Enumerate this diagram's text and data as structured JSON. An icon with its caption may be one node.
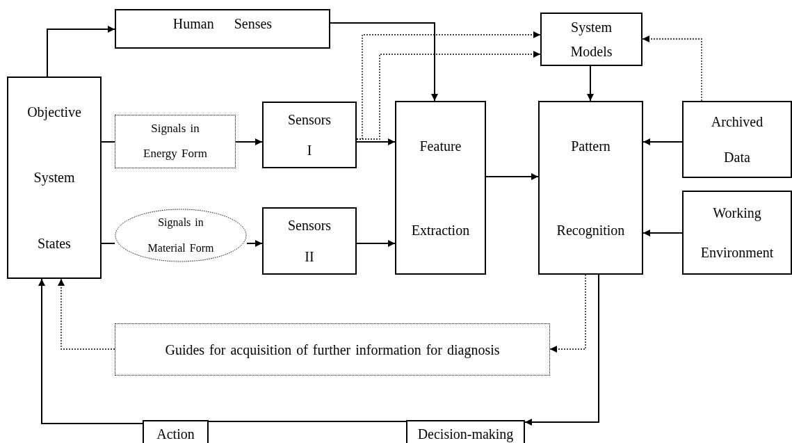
{
  "diagram": {
    "nodes": [
      {
        "text": [
          "Objective",
          "System",
          "States"
        ]
      },
      {
        "text": [
          "Human Senses"
        ]
      },
      {
        "text": [
          "Signals in",
          "Energy Form"
        ]
      },
      {
        "text": [
          "Sensors",
          "I"
        ]
      },
      {
        "text": [
          "Signals in",
          "Material Form"
        ]
      },
      {
        "text": [
          "Sensors",
          "II"
        ]
      },
      {
        "text": [
          "Feature",
          "Extraction"
        ]
      },
      {
        "text": [
          "System",
          "Models"
        ]
      },
      {
        "text": [
          "Pattern",
          "Recognition"
        ]
      },
      {
        "text": [
          "Archived",
          "Data"
        ]
      },
      {
        "text": [
          "Working",
          "Environment"
        ]
      },
      {
        "text": [
          "Guides for acquisition of further information for diagnosis"
        ]
      },
      {
        "text": [
          "Action"
        ]
      },
      {
        "text": [
          "Decision-making"
        ]
      }
    ],
    "edges": [
      {
        "from": 0,
        "to": 1,
        "arrow": "to"
      },
      {
        "from": 0,
        "to": 2,
        "arrow": "none"
      },
      {
        "from": 2,
        "to": 3,
        "arrow": "to"
      },
      {
        "from": 0,
        "to": 4,
        "arrow": "none"
      },
      {
        "from": 4,
        "to": 5,
        "arrow": "to"
      },
      {
        "from": 1,
        "to": 6,
        "arrow": "to"
      },
      {
        "from": 3,
        "to": 6,
        "arrow": "to"
      },
      {
        "from": 3,
        "to": 7,
        "arrow": "to",
        "style": "dashed"
      },
      {
        "from": 3,
        "to": 7,
        "arrow": "to",
        "style": "dashed"
      },
      {
        "from": 5,
        "to": 6,
        "arrow": "to"
      },
      {
        "from": 6,
        "to": 8,
        "arrow": "to"
      },
      {
        "from": 7,
        "to": 8,
        "arrow": "to"
      },
      {
        "from": 9,
        "to": 8,
        "arrow": "to"
      },
      {
        "from": 10,
        "to": 8,
        "arrow": "to"
      },
      {
        "from": 9,
        "to": 7,
        "arrow": "to",
        "style": "dashed"
      },
      {
        "from": 8,
        "to": 11,
        "arrow": "to",
        "style": "dashed"
      },
      {
        "from": 11,
        "to": 0,
        "arrow": "to",
        "style": "dashed"
      },
      {
        "from": 8,
        "to": 13,
        "arrow": "to"
      },
      {
        "from": 13,
        "to": 12,
        "arrow": "none"
      },
      {
        "from": 12,
        "to": 0,
        "arrow": "to"
      }
    ]
  }
}
